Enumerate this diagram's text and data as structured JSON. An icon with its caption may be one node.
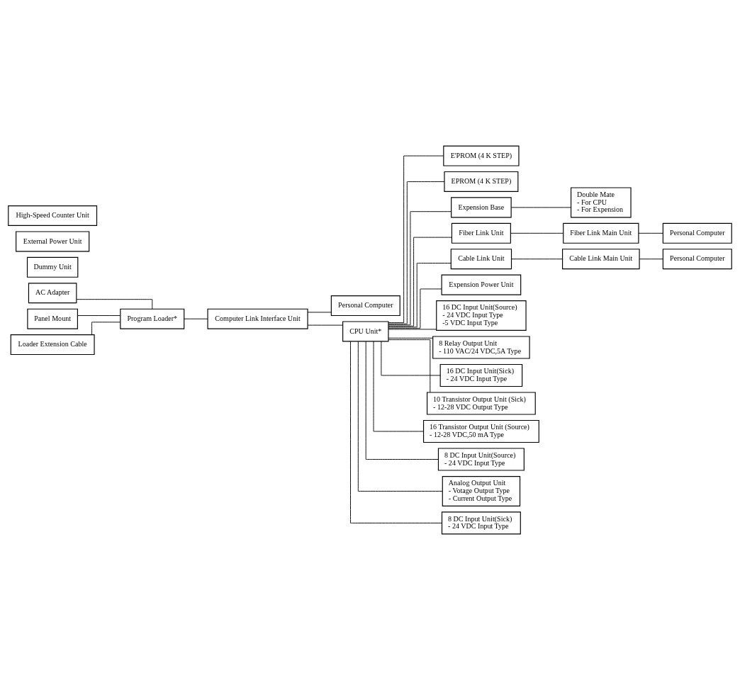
{
  "diagram": {
    "nodes": [
      {
        "text": [
          "AC Adapter"
        ]
      },
      {
        "text": [
          "Panel Mount"
        ]
      },
      {
        "text": [
          "Loader Extension Cable"
        ]
      },
      {
        "text": [
          "Program Loader*"
        ]
      },
      {
        "text": [
          "Computer Link Interface Unit"
        ]
      },
      {
        "text": [
          "Personal Computer"
        ]
      },
      {
        "text": [
          "CPU Unit*"
        ]
      },
      {
        "text": [
          "E'PROM (4 K STEP)"
        ]
      },
      {
        "text": [
          "EPROM (4 K STEP)"
        ]
      },
      {
        "text": [
          "Expension Base"
        ]
      },
      {
        "text": [
          "Double Mate",
          "- For CPU",
          "- For Expension"
        ]
      },
      {
        "text": [
          "Fiber Link Unit"
        ]
      },
      {
        "text": [
          "Cable Link Unit"
        ]
      },
      {
        "text": [
          "Expension Power Unit"
        ]
      },
      {
        "text": [
          "Fiber Link Main Unit"
        ]
      },
      {
        "text": [
          "Cable Link Main Unit"
        ]
      },
      {
        "text": [
          "Personal Computer"
        ]
      },
      {
        "text": [
          "Personal Computer"
        ]
      },
      {
        "text": [
          "16 DC Input Unit(Source)",
          "- 24 VDC Input Type",
          "-5 VDC Input Type"
        ]
      },
      {
        "text": [
          "8 Relay Output Unit",
          "- 110 VAC/24 VDC,5A Type"
        ]
      },
      {
        "text": [
          "Dummy Unit"
        ]
      },
      {
        "text": [
          "16 DC Input Unit(Sick)",
          "- 24 VDC Input Type"
        ]
      },
      {
        "text": [
          "10 Transistor Output Unit (Sick)",
          "- 12-28 VDC Output Type"
        ]
      },
      {
        "text": [
          "External Power Unit"
        ]
      },
      {
        "text": [
          "16 Transistor Output Unit (Source)",
          "- 12-28 VDC,50 mA Type"
        ]
      },
      {
        "text": [
          "High-Speed Counter Unit"
        ]
      },
      {
        "text": [
          "8 DC Input Unit(Source)",
          "- 24 VDC Input Type"
        ]
      },
      {
        "text": [
          "Analog Output Unit",
          "- Votage Output Type",
          "- Current Output Type"
        ]
      },
      {
        "text": [
          "8 DC Input Unit(Sick)",
          "- 24 VDC Input Type"
        ]
      }
    ],
    "edges": [
      {
        "from": 0,
        "to": 3,
        "arrow": "none"
      },
      {
        "from": 1,
        "to": 3,
        "arrow": "none"
      },
      {
        "from": 2,
        "to": 3,
        "arrow": "none"
      },
      {
        "from": 3,
        "to": 4,
        "arrow": "none"
      },
      {
        "from": 4,
        "to": 5,
        "arrow": "none"
      },
      {
        "from": 4,
        "to": 6,
        "arrow": "none"
      },
      {
        "from": 6,
        "to": 12,
        "arrow": "none"
      },
      {
        "from": 6,
        "to": 11,
        "arrow": "none"
      },
      {
        "from": 6,
        "to": 13,
        "arrow": "none"
      },
      {
        "from": 6,
        "to": 7,
        "arrow": "none"
      },
      {
        "from": 6,
        "to": 8,
        "arrow": "none"
      },
      {
        "from": 6,
        "to": 9,
        "arrow": "none"
      },
      {
        "from": 9,
        "to": 10,
        "arrow": "none"
      },
      {
        "from": 11,
        "to": 14,
        "arrow": "none"
      },
      {
        "from": 14,
        "to": 16,
        "arrow": "none"
      },
      {
        "from": 12,
        "to": 15,
        "arrow": "none"
      },
      {
        "from": 15,
        "to": 17,
        "arrow": "none"
      },
      {
        "from": 6,
        "to": 18,
        "arrow": "none"
      },
      {
        "from": 6,
        "to": 21,
        "arrow": "none"
      },
      {
        "from": 6,
        "to": 26,
        "arrow": "none"
      },
      {
        "from": 6,
        "to": 28,
        "arrow": "none"
      },
      {
        "from": 6,
        "to": 19,
        "arrow": "none"
      },
      {
        "from": 6,
        "to": 22,
        "arrow": "none"
      },
      {
        "from": 6,
        "to": 24,
        "arrow": "none"
      },
      {
        "from": 6,
        "to": 27,
        "arrow": "none"
      }
    ]
  }
}
